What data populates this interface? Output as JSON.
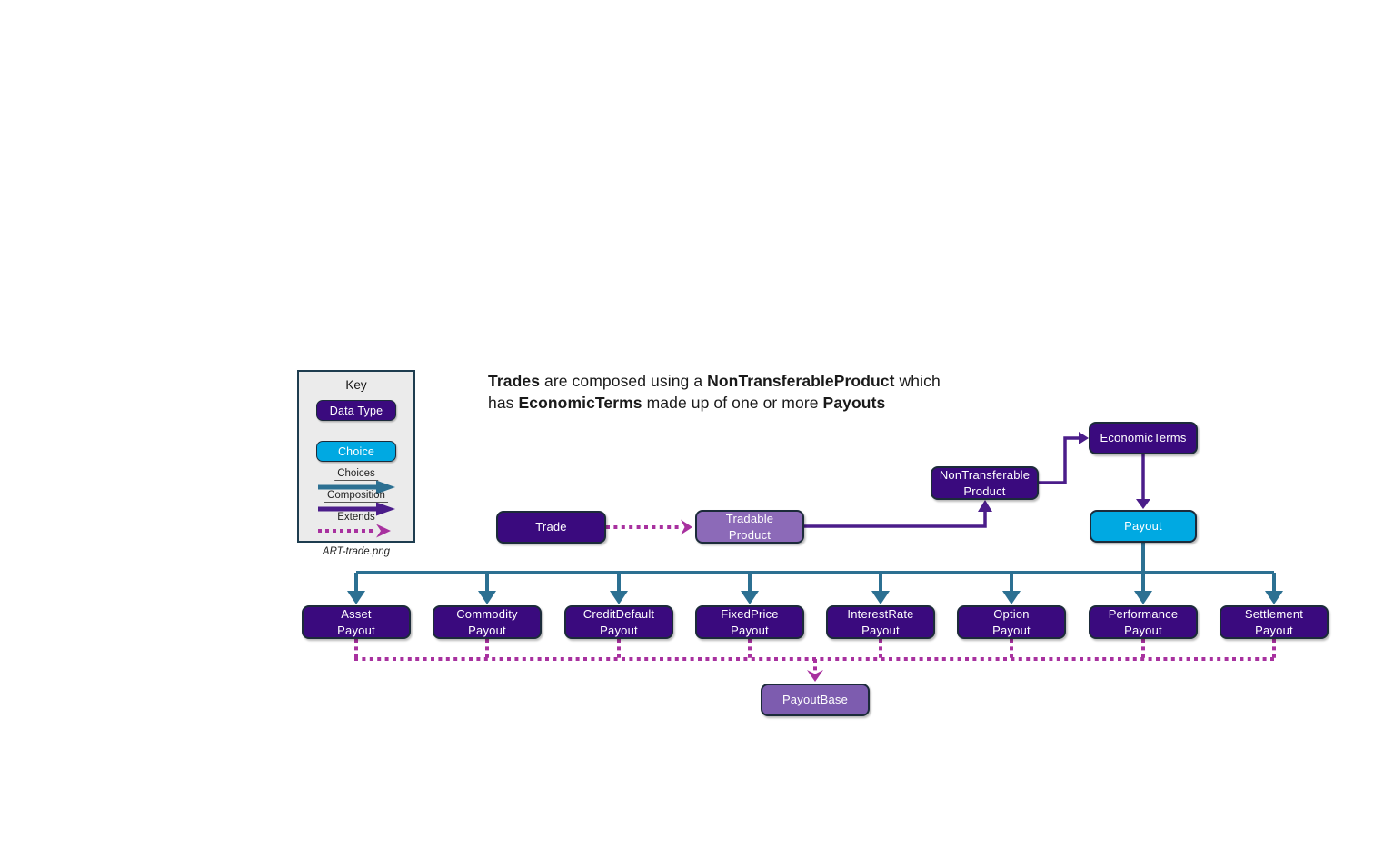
{
  "colors": {
    "dark_purple": "#3a0a7e",
    "cyan": "#00a9e2",
    "mid_purple": "#8c6ab8",
    "base_purple": "#7d5caf",
    "box_border": "#1c2b3a",
    "teal_arrow": "#2c7092",
    "purple_arrow": "#4b1d8a",
    "magenta_arrow": "#a8319f",
    "key_bg": "#ebebeb",
    "key_border": "#1e3d4f"
  },
  "key_panel": {
    "title": "Key",
    "data_type_label": "Data Type",
    "choice_label": "Choice",
    "choices_label": "Choices",
    "composition_label": "Composition",
    "extends_label": "Extends",
    "caption": "ART-trade.png"
  },
  "headline": {
    "segments": [
      "Trades",
      " are composed using a ",
      "NonTransferableProduct",
      " which has ",
      "EconomicTerms",
      " made up of one or more ",
      "Payouts"
    ]
  },
  "nodes": {
    "trade": "Trade",
    "tradable_product": "Tradable\nProduct",
    "non_transferable_product": "NonTransferable\nProduct",
    "economic_terms": "EconomicTerms",
    "payout": "Payout",
    "payout_base": "PayoutBase",
    "payout_types": [
      "Asset\nPayout",
      "Commodity\nPayout",
      "CreditDefault\nPayout",
      "FixedPrice\nPayout",
      "InterestRate\nPayout",
      "Option\nPayout",
      "Performance\nPayout",
      "Settlement\nPayout"
    ]
  }
}
